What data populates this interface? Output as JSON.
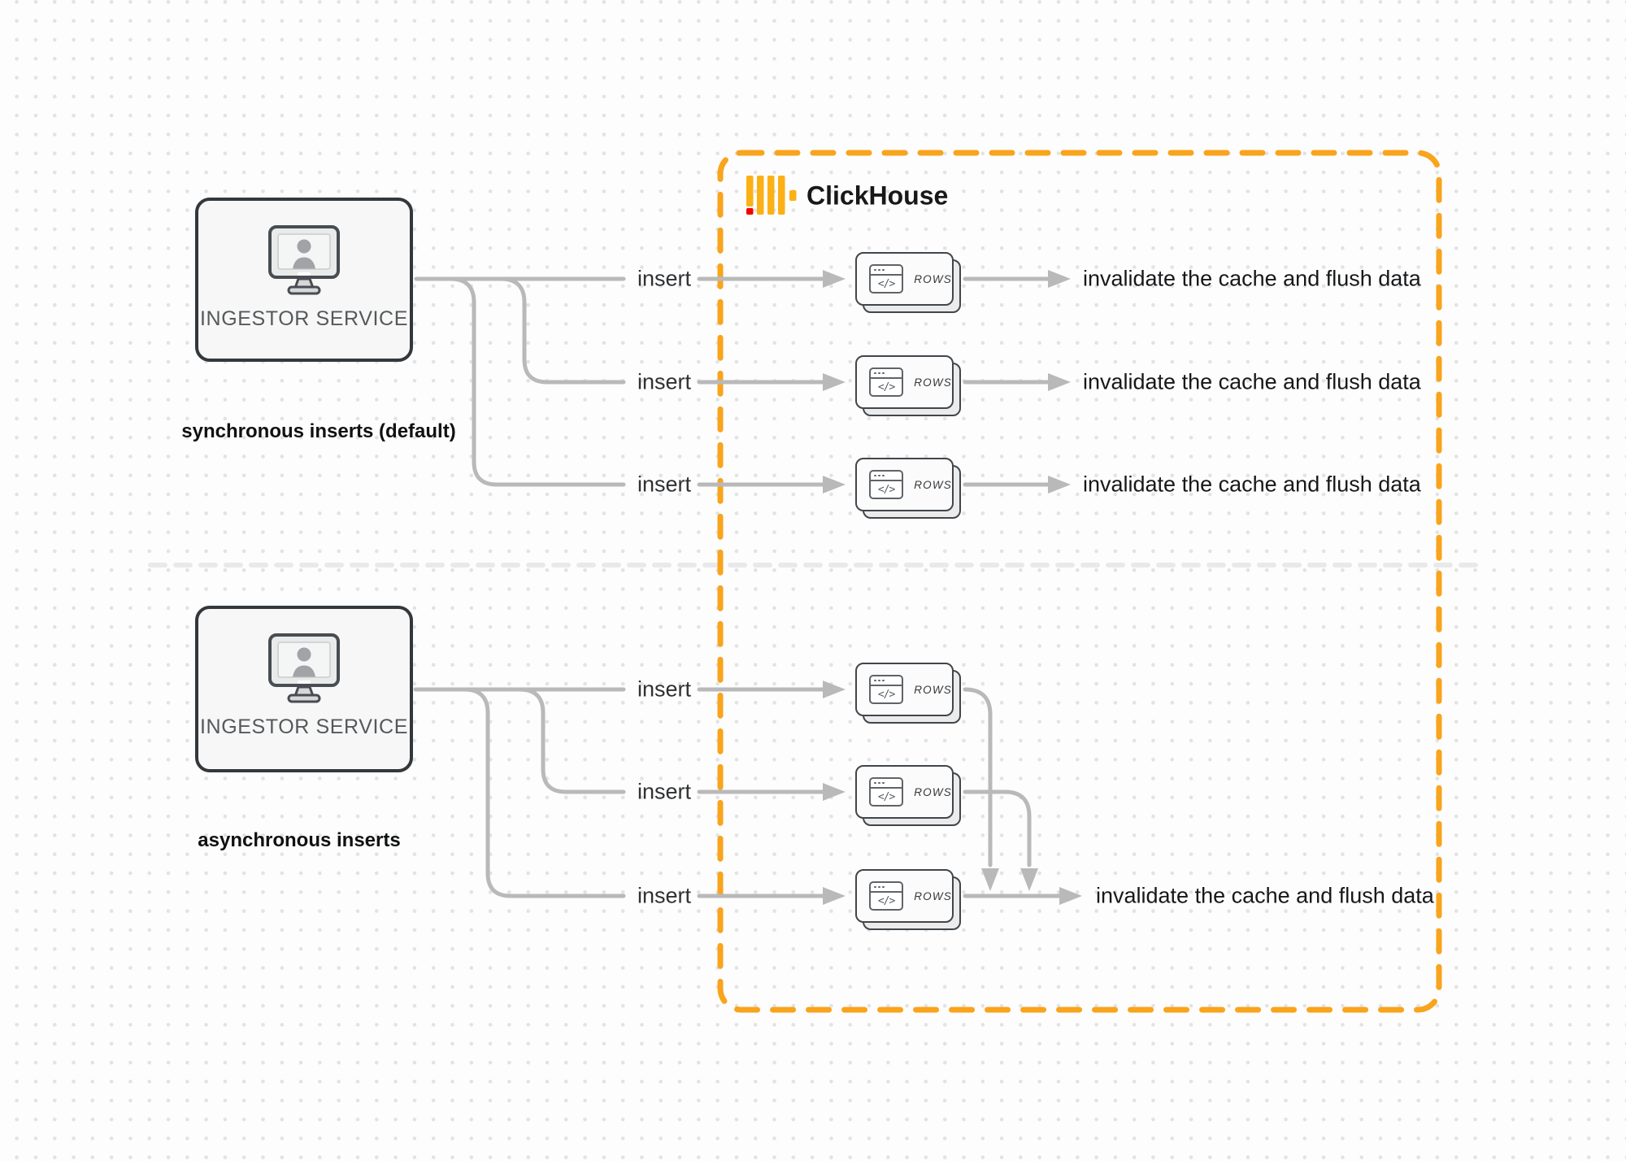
{
  "colors": {
    "accent": "#F9A41D",
    "logo_bar": "#FBB116",
    "logo_red": "#F50000",
    "connector": "#b9b9b9",
    "divider": "#e9e9e9",
    "card_border": "#41464b",
    "box_border": "#33383c",
    "text_dark": "#1b1b1b"
  },
  "clickhouse": {
    "brand": "ClickHouse"
  },
  "icons": {
    "code_glyph": "</>"
  },
  "sections": {
    "sync": {
      "service_label": "INGESTOR SERVICE",
      "caption": "synchronous inserts (default)",
      "rows": [
        {
          "insert_label": "insert",
          "table_label": "ROWS",
          "result_label": "invalidate the cache and flush data"
        },
        {
          "insert_label": "insert",
          "table_label": "ROWS",
          "result_label": "invalidate the cache and flush data"
        },
        {
          "insert_label": "insert",
          "table_label": "ROWS",
          "result_label": "invalidate the cache and flush data"
        }
      ]
    },
    "async": {
      "service_label": "INGESTOR SERVICE",
      "caption": "asynchronous inserts",
      "rows": [
        {
          "insert_label": "insert",
          "table_label": "ROWS"
        },
        {
          "insert_label": "insert",
          "table_label": "ROWS"
        },
        {
          "insert_label": "insert",
          "table_label": "ROWS"
        }
      ],
      "result_label": "invalidate the cache and flush data"
    }
  }
}
